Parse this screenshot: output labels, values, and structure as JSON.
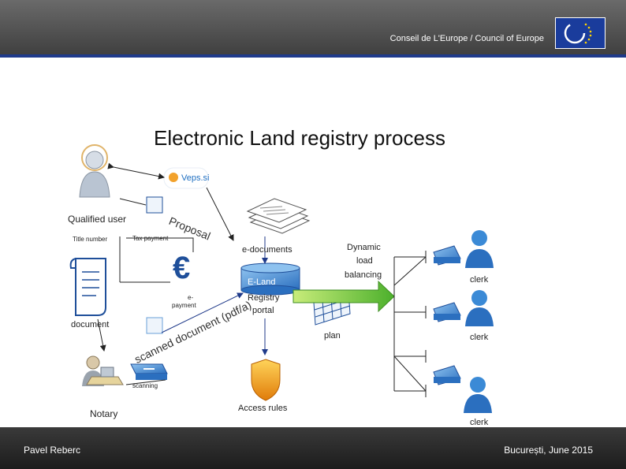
{
  "header": {
    "org": "Conseil de L'Europe / Council of Europe"
  },
  "title": "Electronic Land registry process",
  "labels": {
    "qualified_user": "Qualified user",
    "title_number": "Title number",
    "document": "document",
    "notary": "Notary",
    "scanning": "scanning",
    "veps": "Veps.si",
    "proposal": "Proposal",
    "tax_payment": "Tax payment",
    "e_payment_1": "e-",
    "e_payment_2": "payment",
    "scanned_document": "scanned document (pdf/a)",
    "e_documents": "e-documents",
    "eland": "E-Land",
    "registry": "Registry",
    "portal": "portal",
    "dynamic": "Dynamic",
    "load": "load",
    "balancing": "balancing",
    "plan": "plan",
    "access_rules": "Access rules",
    "clerk_1": "clerk",
    "clerk_2": "clerk",
    "clerk_3": "clerk",
    "euro": "€"
  },
  "footer": {
    "author": "Pavel Reberc",
    "place_date": "București, June 2015"
  }
}
